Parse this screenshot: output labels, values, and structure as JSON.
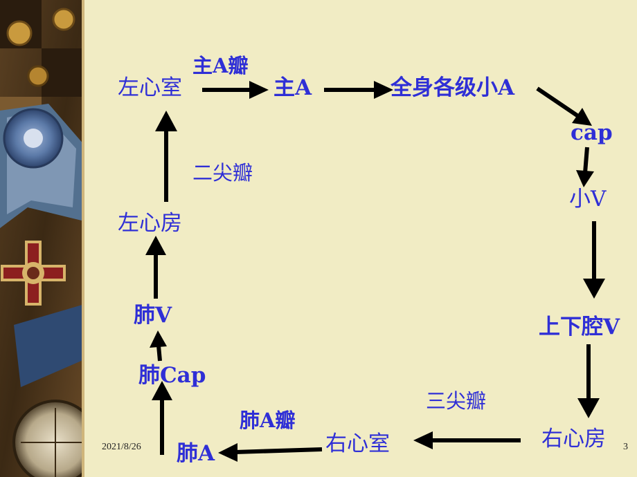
{
  "nodes": {
    "left_ventricle": "左心室",
    "aorta": "主A",
    "systemic_arterioles": "全身各级小A",
    "cap": "cap",
    "venules": "小V",
    "vena_cava": "上下腔V",
    "right_atrium": "右心房",
    "right_ventricle": "右心室",
    "pulmonary_artery": "肺A",
    "pulmonary_cap": "肺Cap",
    "pulmonary_vein": "肺V",
    "left_atrium": "左心房"
  },
  "valves": {
    "aortic_valve": "主A瓣",
    "mitral_valve": "二尖瓣",
    "tricuspid_valve": "三尖瓣",
    "pulmonary_valve": "肺A瓣"
  },
  "footer": {
    "date": "2021/8/26",
    "page_number": "3"
  }
}
